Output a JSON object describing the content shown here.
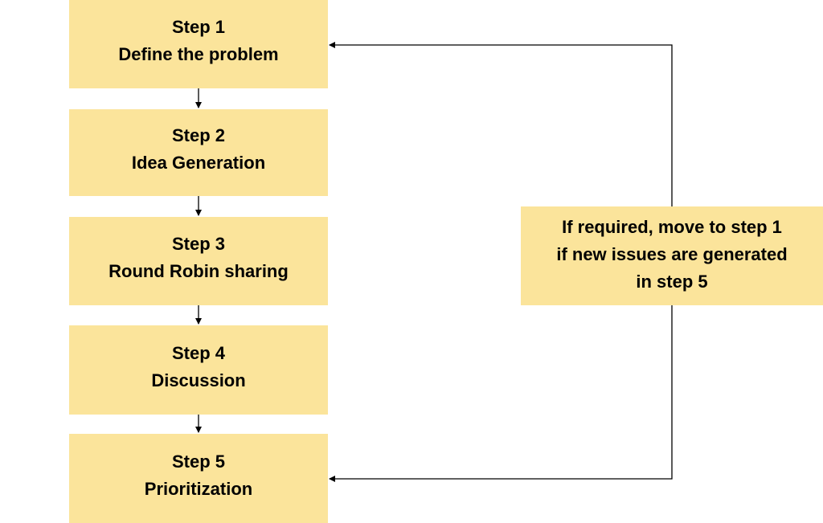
{
  "steps": [
    {
      "number": "Step 1",
      "title": "Define the problem"
    },
    {
      "number": "Step 2",
      "title": "Idea Generation"
    },
    {
      "number": "Step 3",
      "title": "Round Robin sharing"
    },
    {
      "number": "Step 4",
      "title": "Discussion"
    },
    {
      "number": "Step 5",
      "title": "Prioritization"
    }
  ],
  "feedback_note": {
    "line1": "If required, move to step 1",
    "line2": "if new issues are generated",
    "line3": "in step 5"
  },
  "colors": {
    "box_fill": "#fbe49b",
    "text": "#000000",
    "connector": "#000000"
  }
}
